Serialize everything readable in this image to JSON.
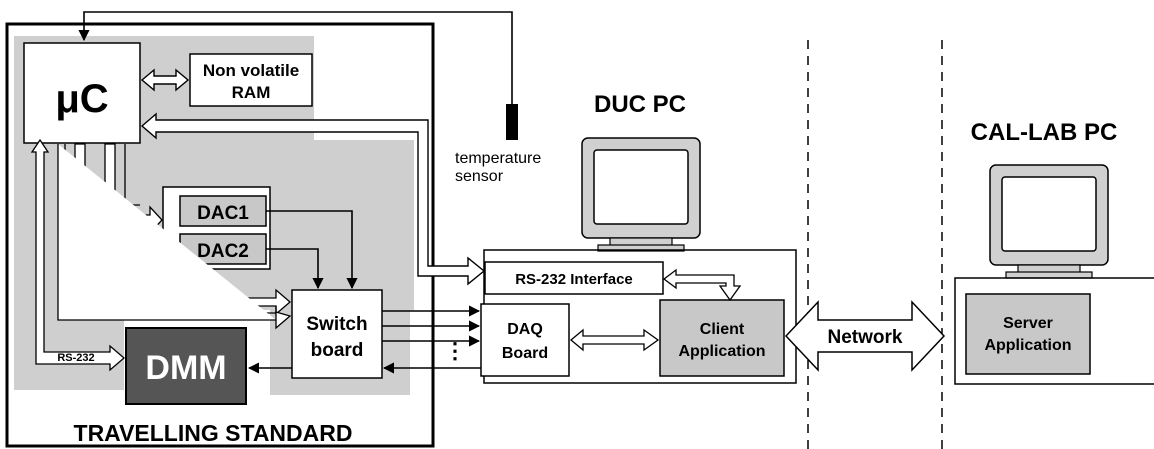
{
  "travelling_standard": {
    "title": "TRAVELLING STANDARD",
    "uc_label": "μC",
    "nvram_line1": "Non volatile",
    "nvram_line2": "RAM",
    "dac1": "DAC1",
    "dac2": "DAC2",
    "switch_line1": "Switch",
    "switch_line2": "board",
    "dmm": "DMM",
    "rs232": "RS-232"
  },
  "sensor": {
    "line1": "temperature",
    "line2": "sensor"
  },
  "duc_pc": {
    "title": "DUC PC",
    "rs232_interface": "RS-232 Interface",
    "daq_line1": "DAQ",
    "daq_line2": "Board",
    "client_line1": "Client",
    "client_line2": "Application",
    "ellipsis": "⋮"
  },
  "network": {
    "label": "Network"
  },
  "cal_lab_pc": {
    "title": "CAL-LAB PC",
    "server_line1": "Server",
    "server_line2": "Application"
  },
  "colors": {
    "shade": "#c8c8c8",
    "box_fill": "#ffffff",
    "dmm_fill": "#555555",
    "line": "#000000"
  }
}
